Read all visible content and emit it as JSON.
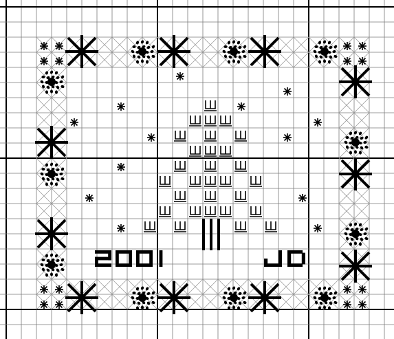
{
  "pattern": {
    "year_text": "2001",
    "initials_text": "JD",
    "colors": {
      "background": "#ffffff",
      "grid_minor": "#7a7a7a",
      "grid_major": "#000000",
      "symbol": "#000000",
      "cross_fill": "#9a9a9a"
    },
    "symbols": [
      "large-star",
      "french-knot-cluster",
      "small-star",
      "tree-stitch",
      "cross-hatch-cell"
    ]
  }
}
